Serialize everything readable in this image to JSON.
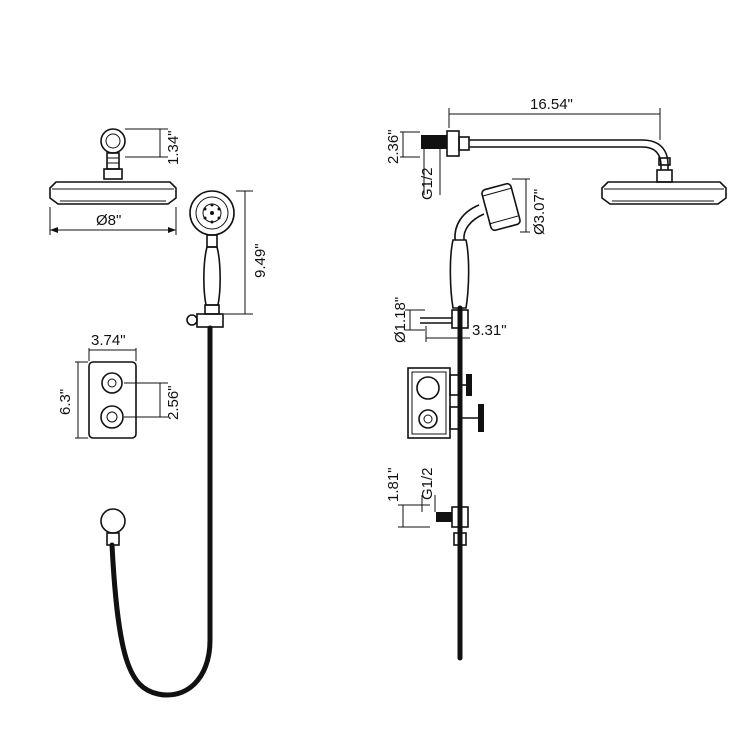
{
  "dimensions": {
    "arm_height": "1.34\"",
    "head_diameter": "Ø8\"",
    "handshower_length": "9.49\"",
    "plate_width": "3.74\"",
    "plate_height": "6.3\"",
    "handle_spacing": "2.56\"",
    "arm_length": "16.54\"",
    "arm_drop": "2.36\"",
    "arm_thread": "G1/2",
    "handshower_head_diameter": "Ø3.07\"",
    "holder_diameter": "Ø1.18\"",
    "holder_projection": "3.31\"",
    "outlet_height": "1.81\"",
    "outlet_thread": "G1/2"
  }
}
